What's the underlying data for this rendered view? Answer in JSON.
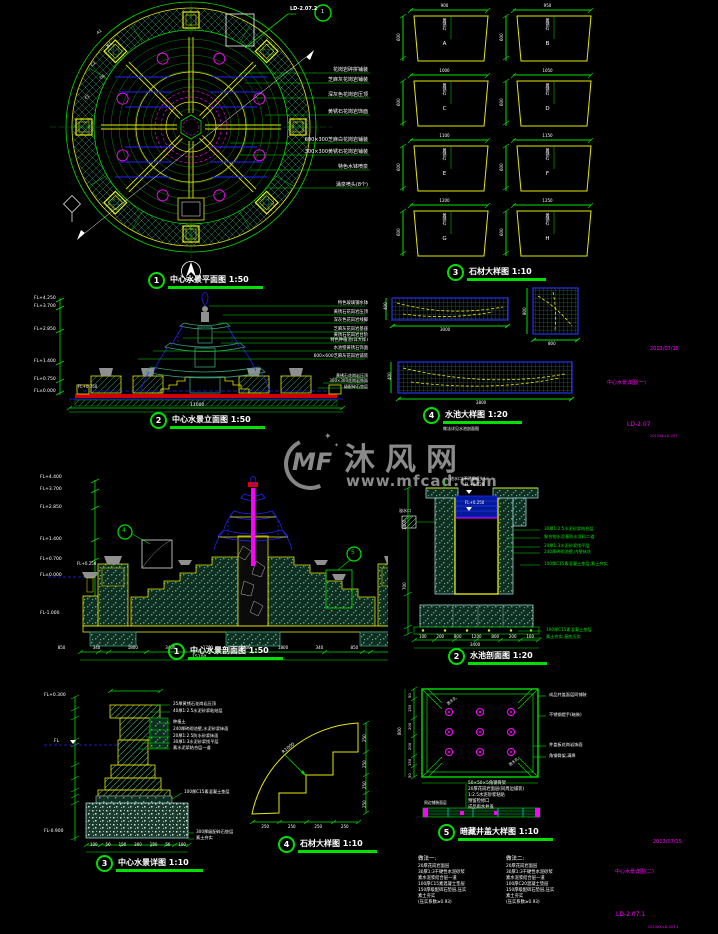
{
  "watermark": {
    "logo": "MF",
    "name": "沐风网",
    "url": "www.mfcad.com"
  },
  "plan": {
    "num": "1",
    "title": "中心水景平面图",
    "scale": "1:50",
    "ref": "LD-2.07.2",
    "ref_num": "1",
    "callouts": [
      "花岗岩碎拼铺装",
      "芝麻灰花岗岩铺装",
      "深灰色花岗岩压顶",
      "黄锈石花岗岩饰面",
      "600×300芝麻白花岗岩铺装",
      "300×300黄锈石花岗岩铺装",
      "特色水钵喷泉",
      "涌泉喷头(8个)"
    ],
    "side_labels": [
      "A1",
      "B1",
      "C1",
      "D1",
      "E1"
    ]
  },
  "stones": {
    "num": "3",
    "title": "石材大样图",
    "scale": "1:10",
    "items": [
      {
        "letter": "A",
        "w": "900",
        "h": "600",
        "name": "黄锈石"
      },
      {
        "letter": "B",
        "w": "950",
        "h": "600",
        "name": "黄锈石"
      },
      {
        "letter": "C",
        "w": "1000",
        "h": "600",
        "name": "黄锈石"
      },
      {
        "letter": "D",
        "w": "1050",
        "h": "600",
        "name": "黄锈石"
      },
      {
        "letter": "E",
        "w": "1100",
        "h": "600",
        "name": "黄锈石"
      },
      {
        "letter": "F",
        "w": "1150",
        "h": "600",
        "name": "黄锈石"
      },
      {
        "letter": "G",
        "w": "1200",
        "h": "600",
        "name": "黄锈石"
      },
      {
        "letter": "H",
        "w": "1250",
        "h": "600",
        "name": "黄锈石"
      }
    ]
  },
  "pool_detail": {
    "num": "4",
    "title": "水池大样图",
    "scale": "1:20",
    "subtitle": "做法详见水池剖面图",
    "r1": {
      "w": "3000",
      "h": "400"
    },
    "r2": {
      "w": "800",
      "h": "800"
    },
    "r3": {
      "w": "2800",
      "h": "400"
    }
  },
  "elevation": {
    "num": "2",
    "title": "中心水景立面图",
    "scale": "1:50",
    "total": "11000",
    "levels": [
      "FL+4.250",
      "FL+3.700",
      "FL+2.850",
      "FL+1.400",
      "FL+0.750",
      "FL±0.000"
    ],
    "pool_level": "FL+0.750",
    "callouts": [
      "特色玻璃钢水钵",
      "黄锈石花岗岩压顶",
      "深灰色花岗岩线脚",
      "芝麻灰花岗岩基座",
      "黄锈石花岗岩台阶",
      "特色种植池(详大样)",
      "水池壁黄锈石饰面",
      "600×600芝麻灰花岗岩铺装"
    ],
    "callouts_low": [
      "黄锈石花岗岩压顶",
      "300×300花岗岩饰面",
      "级配碎石垫层"
    ]
  },
  "section1": {
    "num": "1",
    "title": "中心水景剖面图",
    "scale": "1:50",
    "total": "15100",
    "levels": [
      "FL+4.400",
      "FL+3.700",
      "FL+2.850",
      "FL+1.400",
      "FL+0.700",
      "FL±0.000",
      "FL-1.000"
    ],
    "dims": [
      "850",
      "340",
      "1800",
      "3400",
      "1700",
      "3400",
      "1800",
      "340",
      "850"
    ],
    "ref4": "4",
    "ref5": "5",
    "water_level": "FL+0.250"
  },
  "section2": {
    "num": "2",
    "title": "水池剖面图",
    "scale": "1:20",
    "total": "3400",
    "dims": [
      "100",
      "200",
      "800",
      "1200",
      "800",
      "200",
      "100"
    ],
    "side_dims": [
      "1400",
      "700"
    ],
    "wl1": "FL+0.520",
    "wl2": "FL+0.250",
    "inlet": "进水口(不锈钢喷头)",
    "overflow": "溢水口",
    "callouts": [
      "30厚1:2.5水泥砂浆结合层",
      "聚合物水泥基防水涂料二道",
      "20厚1:3水泥砂浆找平层",
      "240厚砖砌池壁,内壁抹灰",
      "100厚C15素混凝土垫层,素土夯实"
    ],
    "callouts_low": [
      "100厚C15素混凝土垫层",
      "素土夯实,基底压实"
    ]
  },
  "detail3": {
    "num": "3",
    "title": "中心水景详图",
    "scale": "1:10",
    "levels": [
      "FL+0.300",
      "FL",
      "FL-0.900"
    ],
    "callouts": [
      "25厚黄锈石花岗岩压顶",
      "40厚1:2.5水泥砂浆粘结层",
      "种植土",
      "240厚砖砌池壁,水泥砂浆抹面",
      "20厚1:2.5防水砂浆抹面",
      "30厚1:3水泥砂浆找平层",
      "素水泥浆结合层一道"
    ],
    "callouts_low": [
      "100厚C15素混凝土垫层",
      "300厚级配碎石垫层",
      "素土夯实"
    ],
    "dims": [
      "100",
      "50",
      "150",
      "300",
      "150",
      "50",
      "100"
    ]
  },
  "stone4": {
    "num": "4",
    "title": "石材大样图",
    "scale": "1:10",
    "radius": "R1000",
    "dims": [
      "250",
      "250",
      "250",
      "250"
    ],
    "side_dims": [
      "250",
      "250",
      "250",
      "250"
    ]
  },
  "cover5": {
    "num": "5",
    "title": "暗藏井盖大样图",
    "scale": "1:10",
    "total": "800",
    "corner_note": "泄水孔",
    "left_dims": [
      "50",
      "150",
      "200",
      "200",
      "150",
      "50"
    ],
    "callouts": [
      "成品井盖面层同铺装",
      "不锈钢提手(暗装)",
      "井盖板花岗岩饰面",
      "角钢骨架,满焊"
    ],
    "strip_notes": [
      "50×50×5角钢骨架",
      "20厚花岗岩面层(同周边铺装)",
      "1:2.5水泥砂浆粘贴",
      "预留检修口",
      "成品雨水井盖"
    ],
    "left_note": "周边铺装面层"
  },
  "notes": {
    "col1": {
      "header": "做法一:",
      "lines": [
        "20厚花岗岩面层",
        "30厚1:3干硬性水泥砂浆",
        "素水泥浆结合层一道",
        "100厚C15素混凝土垫层",
        "150厚级配碎石垫层,压实",
        "素土夯实",
        "(压实系数≥0.93)"
      ]
    },
    "col2": {
      "header": "做法二:",
      "lines": [
        "20厚花岗岩面层",
        "30厚1:3干硬性水泥砂浆",
        "素水泥浆结合层一道",
        "100厚C20混凝土垫层",
        "150厚级配碎石垫层,压实",
        "素土夯实",
        "(压实系数≥0.93)"
      ]
    }
  },
  "titleblock": {
    "top": {
      "date": "2013/07/15",
      "name": "中心水景详图(一)",
      "no": "LD-2.07",
      "code": "2013XX-LD-207"
    },
    "bottom": {
      "date": "2013/07/15",
      "name": "中心水景详图(二)",
      "no": "LD-2.07.1",
      "code": "2013XX-LD-207.1"
    }
  }
}
